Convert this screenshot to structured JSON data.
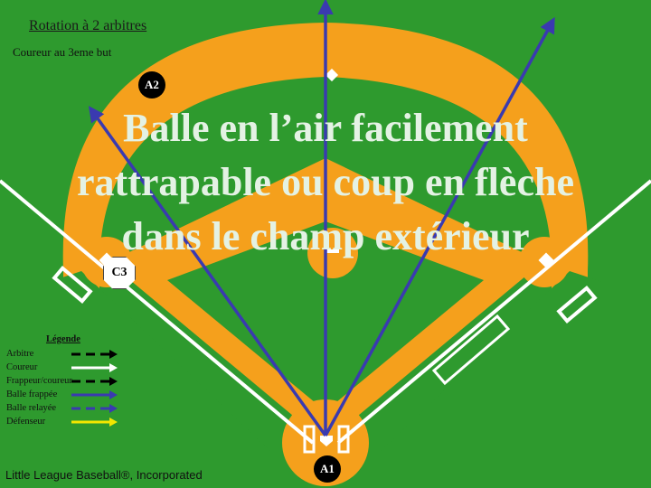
{
  "title": "Rotation à 2 arbitres",
  "subtitle": "Coureur au 3eme but",
  "headline": [
    "Balle en l’air facilement",
    "rattrapable ou coup en flèche",
    "dans le champ extérieur"
  ],
  "umpires": {
    "a1": "A1",
    "a2": "A2",
    "c3": "C3"
  },
  "legend": {
    "title": "Légende",
    "items": [
      {
        "label": "Arbitre",
        "style": "black-dashed-arrow"
      },
      {
        "label": "Coureur",
        "style": "white-arrow"
      },
      {
        "label": "Frappeur/coureur",
        "style": "black-dashed-arrow"
      },
      {
        "label": "Balle frappée",
        "style": "blue-arrow"
      },
      {
        "label": "Balle relayée",
        "style": "blue-dashed-arrow"
      },
      {
        "label": "Défenseur",
        "style": "yellow-arrow"
      }
    ]
  },
  "copyright": "Little League Baseball®,  Incorporated",
  "colors": {
    "grass": "#2e9a2e",
    "dirt": "#f5a01c",
    "ball_path": "#3a3ab0",
    "umpire_badge": "#000000"
  }
}
